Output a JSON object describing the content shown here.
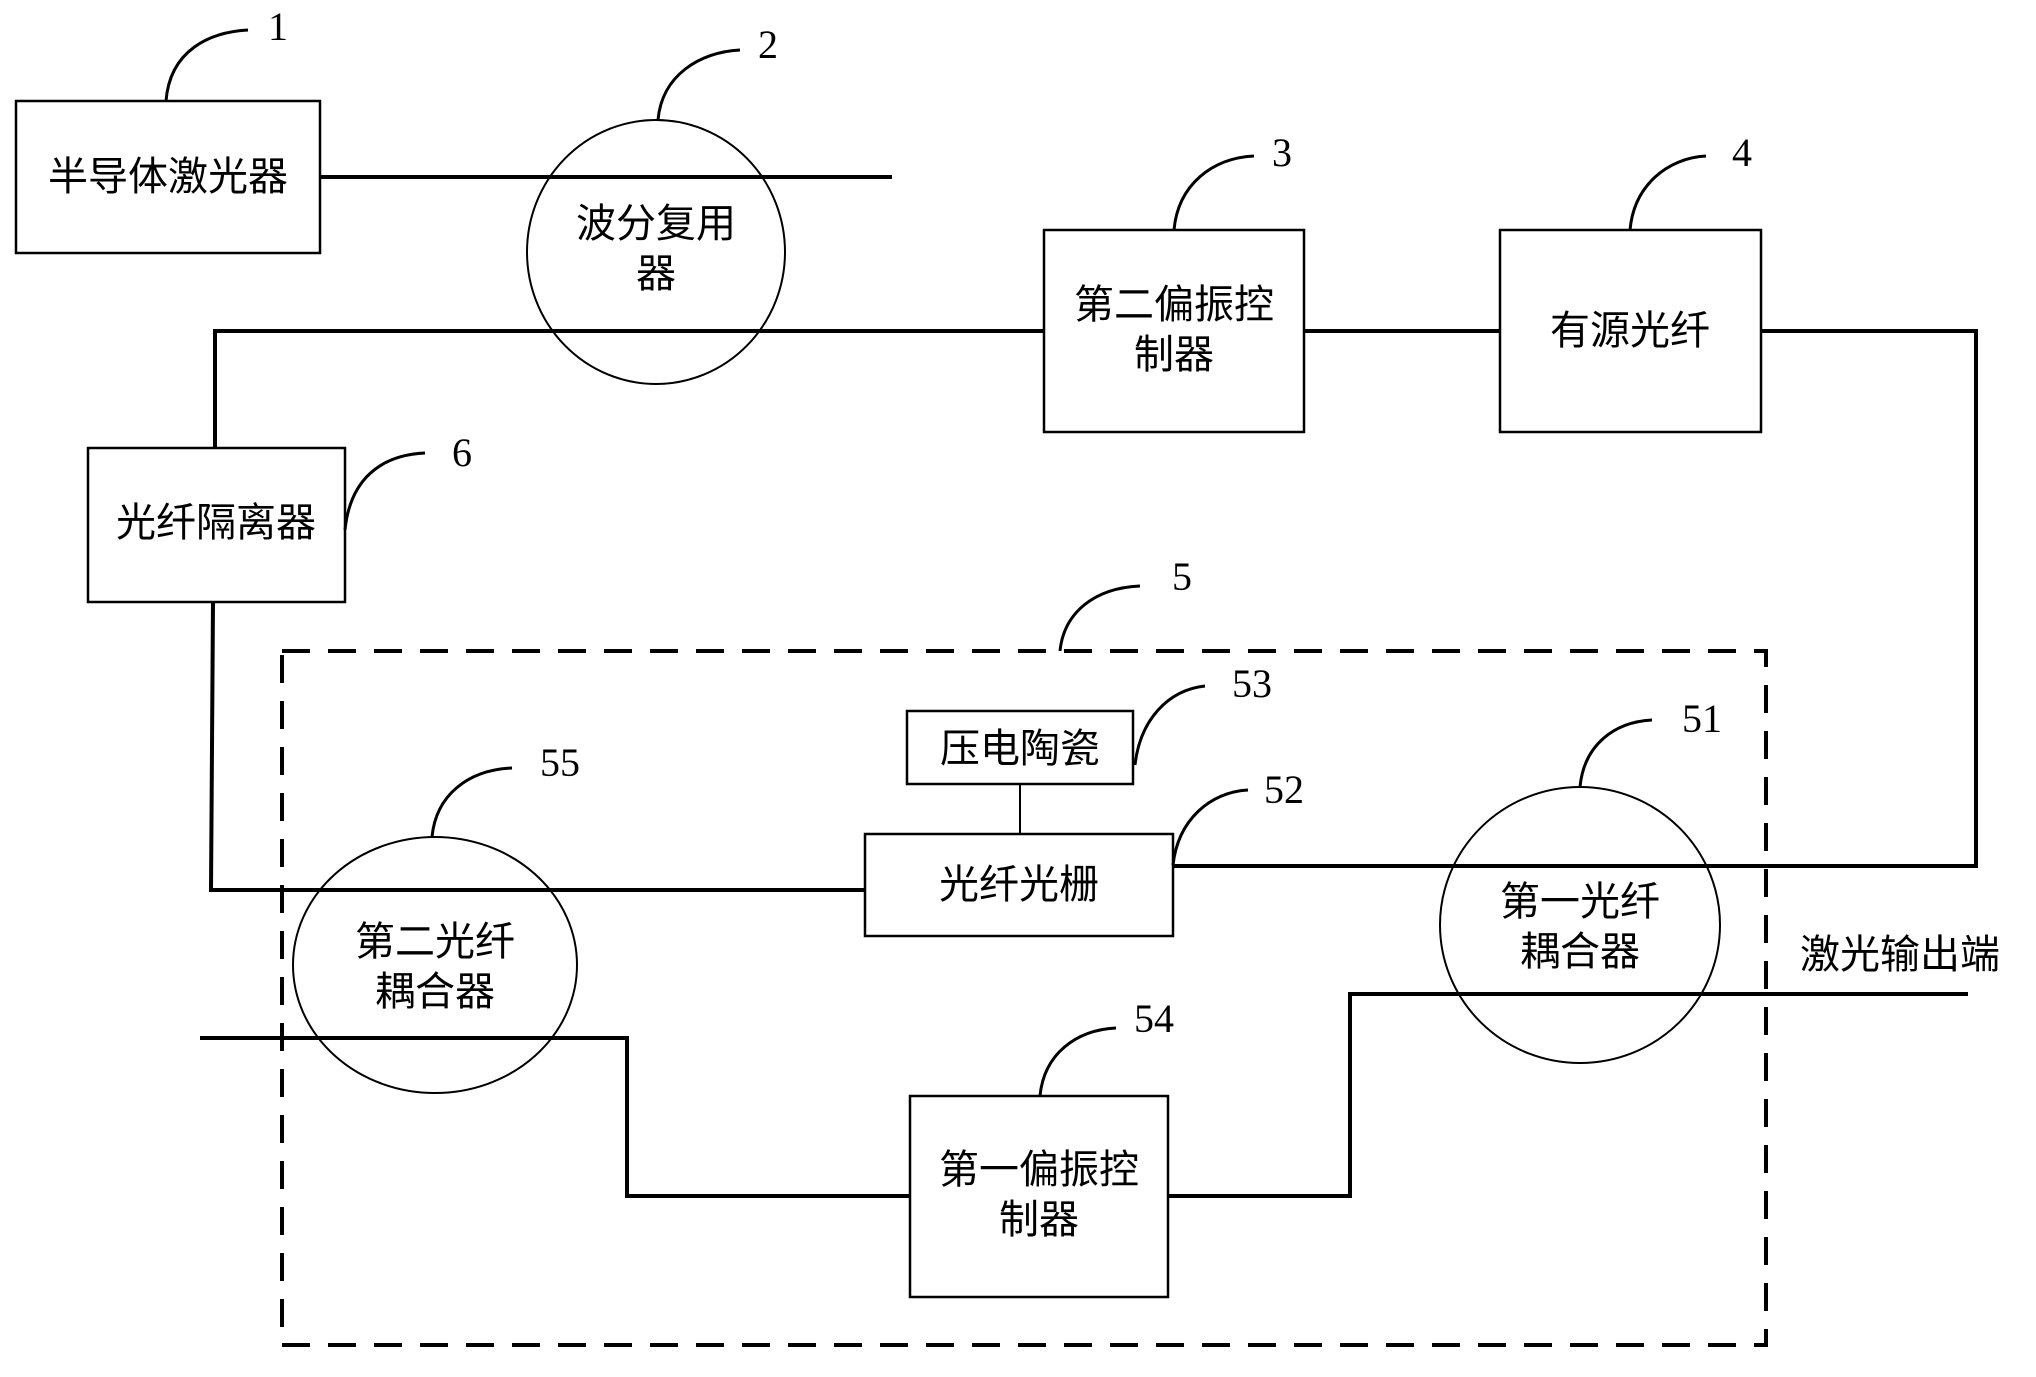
{
  "diagram": {
    "title": "Fiber laser structure diagram",
    "components": {
      "c1": {
        "number": "1",
        "label": "半导体激光器"
      },
      "c2": {
        "number": "2",
        "label_line1": "波分复用",
        "label_line2": "器"
      },
      "c3": {
        "number": "3",
        "label_line1": "第二偏振控",
        "label_line2": "制器"
      },
      "c4": {
        "number": "4",
        "label": "有源光纤"
      },
      "c5": {
        "number": "5"
      },
      "c51": {
        "number": "51",
        "label_line1": "第一光纤",
        "label_line2": "耦合器"
      },
      "c52": {
        "number": "52",
        "label": "光纤光栅"
      },
      "c53": {
        "number": "53",
        "label": "压电陶瓷"
      },
      "c54": {
        "number": "54",
        "label_line1": "第一偏振控",
        "label_line2": "制器"
      },
      "c55": {
        "number": "55",
        "label_line1": "第二光纤",
        "label_line2": "耦合器"
      },
      "c6": {
        "number": "6",
        "label": "光纤隔离器"
      }
    },
    "output_label": "激光输出端"
  }
}
